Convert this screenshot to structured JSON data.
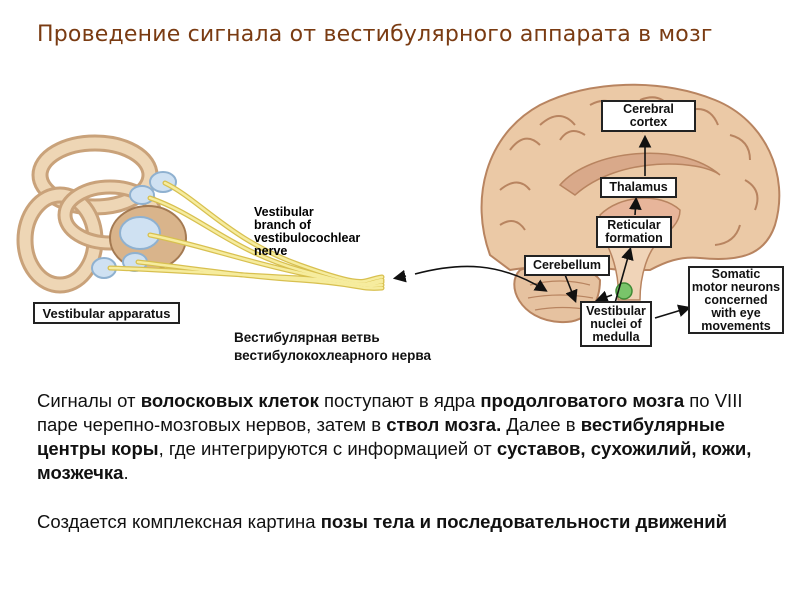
{
  "title": "Проведение сигнала от вестибулярного аппарата в мозг",
  "labels": {
    "vestibular_apparatus": "Vestibular apparatus",
    "vestibular_branch": [
      "Vestibular",
      "branch of",
      "vestibulocochlear",
      "nerve"
    ],
    "cerebral_cortex": [
      "Cerebral",
      "cortex"
    ],
    "thalamus": "Thalamus",
    "reticular_formation": [
      "Reticular",
      "formation"
    ],
    "cerebellum": "Cerebellum",
    "vestibular_nuclei": [
      "Vestibular",
      "nuclei of",
      "medulla"
    ],
    "somatic_motor": [
      "Somatic",
      "motor neurons",
      "concerned",
      "with eye",
      "movements"
    ],
    "russian_caption": [
      "Вестибулярная ветвь",
      "вестибулокохлеарного нерва"
    ]
  },
  "paragraph1": [
    {
      "t": "Сигналы от ",
      "b": false
    },
    {
      "t": "волосковых клеток",
      "b": true
    },
    {
      "t": " поступают в ядра ",
      "b": false
    },
    {
      "t": "продолговатого мозга",
      "b": true
    },
    {
      "t": " по VIII паре черепно-мозговых нервов, затем в ",
      "b": false
    },
    {
      "t": "ствол мозга.",
      "b": true
    },
    {
      "t": " Далее в ",
      "b": false
    },
    {
      "t": "вестибулярные центры коры",
      "b": true
    },
    {
      "t": ", где интегрируются с информацией от ",
      "b": false
    },
    {
      "t": "суставов, сухожилий, кожи, мозжечка",
      "b": true
    },
    {
      "t": ".",
      "b": false
    }
  ],
  "paragraph2": [
    {
      "t": "Создается комплексная картина ",
      "b": false
    },
    {
      "t": "позы тела и последовательности движений",
      "b": true
    }
  ],
  "colors": {
    "title": "#7a3b12",
    "brain": "#e9c6a3",
    "brain_dark": "#c99770",
    "nerve": "#f2e07a",
    "bone": "#e8c99e",
    "ampulla": "#b7d4ec"
  }
}
